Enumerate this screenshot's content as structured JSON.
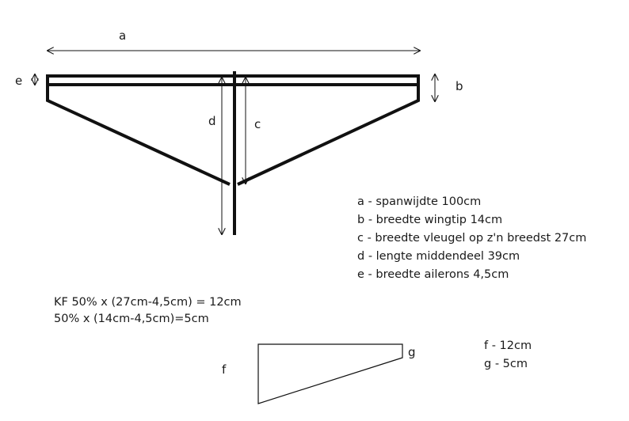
{
  "labels": {
    "a": "a",
    "b": "b",
    "c": "c",
    "d": "d",
    "e": "e",
    "f": "f",
    "g": "g"
  },
  "legend": [
    "a - spanwijdte 100cm",
    "b - breedte wingtip 14cm",
    "c - breedte vleugel op z'n breedst 27cm",
    "d - lengte middendeel 39cm",
    "e - breedte ailerons 4,5cm"
  ],
  "calculations": [
    "KF  50% x (27cm-4,5cm) = 12cm",
    "50% x (14cm-4,5cm)=5cm"
  ],
  "fold_legend": [
    "f - 12cm",
    "g - 5cm"
  ]
}
